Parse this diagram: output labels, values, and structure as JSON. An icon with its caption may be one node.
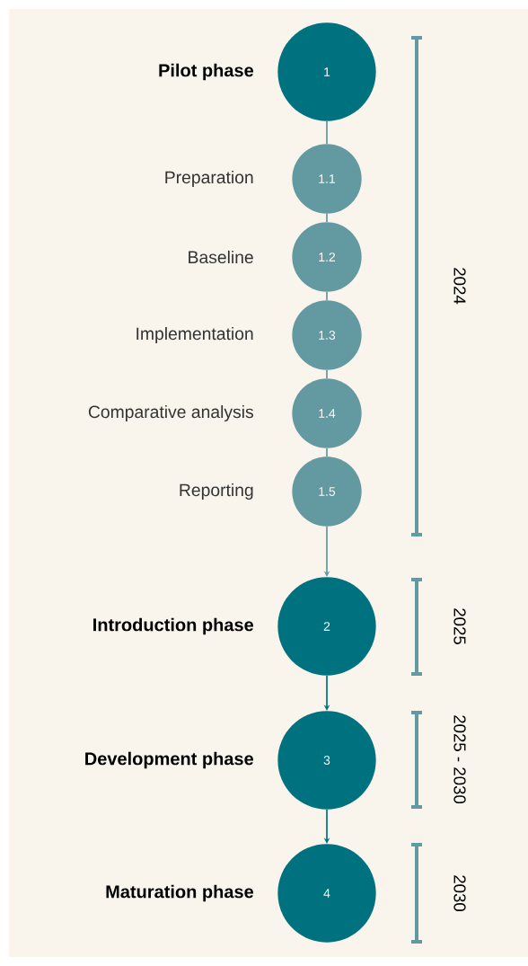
{
  "diagram": {
    "nodes": [
      {
        "text": [
          "1"
        ],
        "beside": [
          "Pilot phase"
        ]
      },
      {
        "text": [
          "1.1"
        ],
        "beside": [
          "Preparation"
        ]
      },
      {
        "text": [
          "1.2"
        ],
        "beside": [
          "Baseline"
        ]
      },
      {
        "text": [
          "1.3"
        ],
        "beside": [
          "Implementation"
        ]
      },
      {
        "text": [
          "1.4"
        ],
        "beside": [
          "Comparative analysis"
        ]
      },
      {
        "text": [
          "1.5"
        ],
        "beside": [
          "Reporting"
        ]
      },
      {
        "text": [
          "2"
        ],
        "beside": [
          "Introduction phase"
        ]
      },
      {
        "text": [
          "3"
        ],
        "beside": [
          "Development phase"
        ]
      },
      {
        "text": [
          "4"
        ],
        "beside": [
          "Maturation phase"
        ]
      }
    ],
    "edges": [
      {
        "from": 0,
        "to": 1,
        "arrow": "none"
      },
      {
        "from": 1,
        "to": 2,
        "arrow": "none"
      },
      {
        "from": 2,
        "to": 3,
        "arrow": "none"
      },
      {
        "from": 3,
        "to": 4,
        "arrow": "none"
      },
      {
        "from": 4,
        "to": 5,
        "arrow": "none"
      },
      {
        "from": 5,
        "to": 6,
        "arrow": "to"
      },
      {
        "from": 6,
        "to": 7,
        "arrow": "to",
        "color": "#00727f"
      },
      {
        "from": 7,
        "to": 8,
        "arrow": "to",
        "color": "#00727f"
      }
    ],
    "labels": [
      "2024",
      "2025",
      "2025 - 2030",
      "2030"
    ]
  }
}
